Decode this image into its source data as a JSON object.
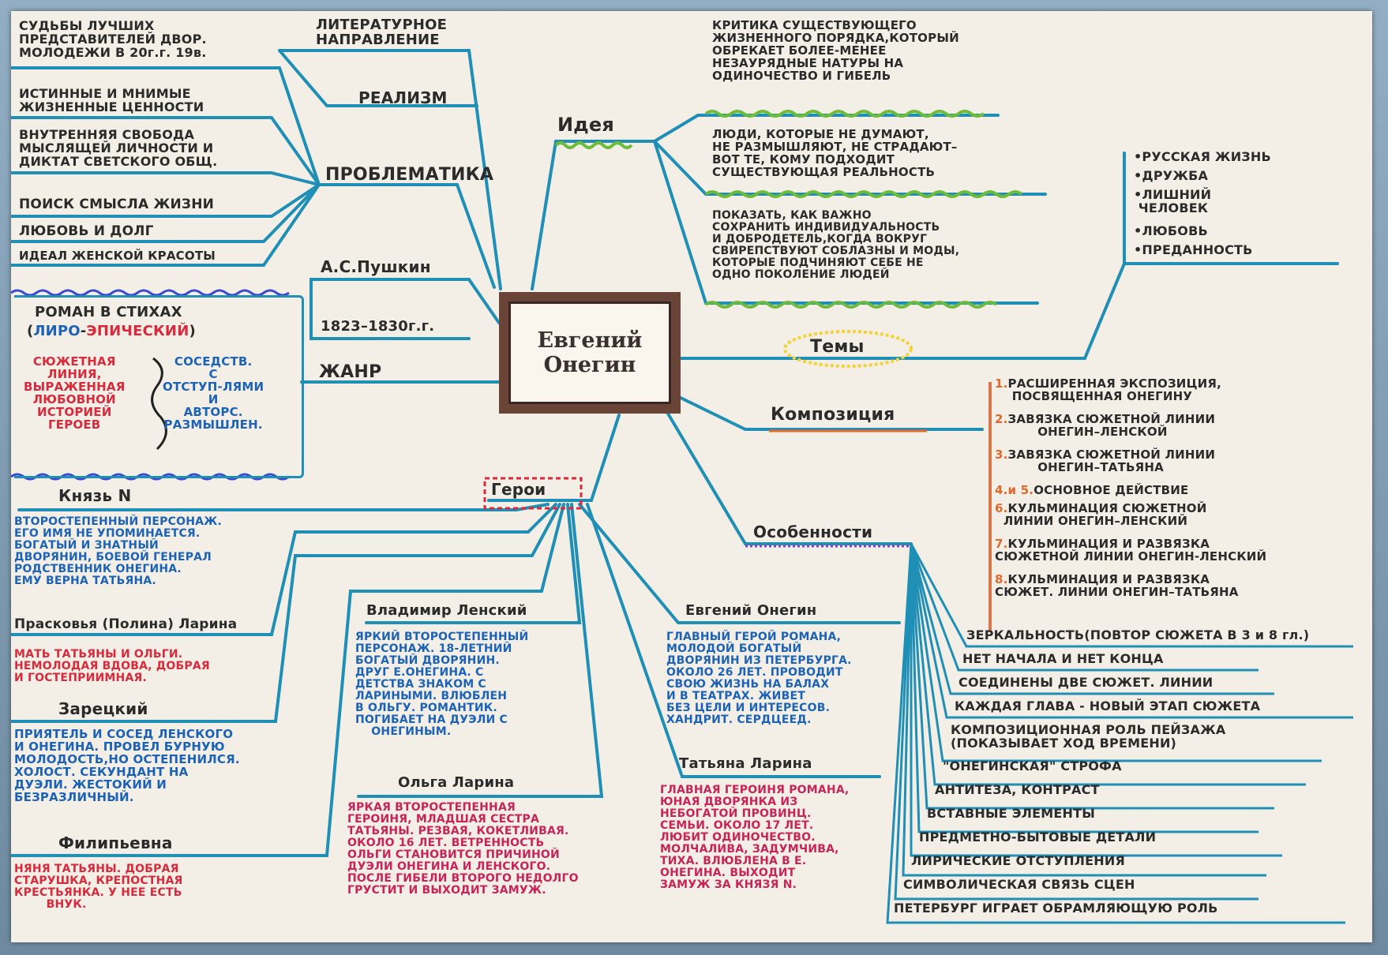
{
  "title": "Евгений\nОнегин",
  "colors": {
    "line": "#1f8fb5",
    "ink": "#2b2b2b",
    "blue": "#1c63b7",
    "red": "#d92a3c",
    "pink": "#c8245a",
    "orange": "#e2692d",
    "frame": "#6b4438"
  },
  "branches": {
    "literary_direction": {
      "label": "ЛИТЕРАТУРНОЕ\nНАПРАВЛЕНИЕ",
      "value": "РЕАЛИЗМ"
    },
    "problems": {
      "label": "ПРОБЛЕМАТИКА",
      "items": [
        "СУДЬБЫ ЛУЧШИХ\nПРЕДСТАВИТЕЛЕЙ ДВОР.\nМОЛОДЕЖИ В 20г.г. 19в.",
        "ИСТИННЫЕ И МНИМЫЕ\nЖИЗНЕННЫЕ ЦЕННОСТИ",
        "ВНУТРЕННЯЯ СВОБОДА\nМЫСЛЯЩЕЙ ЛИЧНОСТИ И\nДИКТАТ СВЕТСКОГО ОБЩ.",
        "ПОИСК СМЫСЛА ЖИЗНИ",
        "ЛЮБОВЬ И ДОЛГ",
        "ИДЕАЛ ЖЕНСКОЙ КРАСОТЫ"
      ]
    },
    "author": {
      "name": "А.С.Пушкин",
      "years": "1823–1830г.г."
    },
    "genre": {
      "label": "ЖАНР",
      "title": "РОМАН В СТИХАХ",
      "subtitle_open": "(",
      "subtitle_lyro": "ЛИРО",
      "subtitle_dash": "-",
      "subtitle_epic": "ЭПИЧЕСКИЙ",
      "subtitle_close": ")",
      "left": "СЮЖЕТНАЯ\nЛИНИЯ,\nВЫРАЖЕННАЯ\nЛЮБОВНОЙ\nИСТОРИЕЙ\nГЕРОЕВ",
      "right": "СОСЕДСТВ.\nС\nОТСТУП-ЛЯМИ\nИ\nАВТОРС.\nРАЗМЫШЛЕН."
    },
    "idea": {
      "label": "Идея",
      "items": [
        "КРИТИКА СУЩЕСТВУЮЩЕГО\nЖИЗНЕННОГО ПОРЯДКА,КОТОРЫЙ\nОБРЕКАЕТ БОЛЕЕ-МЕНЕЕ\nНЕЗАУРЯДНЫЕ НАТУРЫ НА\nОДИНОЧЕСТВО И ГИБЕЛЬ",
        "ЛЮДИ, КОТОРЫЕ НЕ ДУМАЮТ,\nНЕ РАЗМЫШЛЯЮТ, НЕ СТРАДАЮТ–\nВОТ ТЕ, КОМУ ПОДХОДИТ\nСУЩЕСТВУЮЩАЯ РЕАЛЬНОСТЬ",
        "ПОКАЗАТЬ, КАК ВАЖНО\nСОХРАНИТЬ ИНДИВИДУАЛЬНОСТЬ\nИ ДОБРОДЕТЕЛЬ,КОГДА ВОКРУГ\nСВИРЕПСТВУЮТ СОБЛАЗНЫ И МОДЫ,\nКОТОРЫЕ ПОДЧИНЯЮТ СЕБЕ НЕ\nОДНО ПОКОЛЕНИЕ ЛЮДЕЙ"
      ]
    },
    "themes": {
      "label": "Темы",
      "items": [
        "•РУССКАЯ ЖИЗНЬ",
        "•ДРУЖБА",
        "•ЛИШНИЙ\n ЧЕЛОВЕК",
        "•ЛЮБОВЬ",
        "•ПРЕДАННОСТЬ"
      ]
    },
    "composition": {
      "label": "Композиция",
      "items": [
        {
          "num": "1.",
          "text": "РАСШИРЕННАЯ ЭКСПОЗИЦИЯ,\n    ПОСВЯЩЕННАЯ ОНЕГИНУ"
        },
        {
          "num": "2.",
          "text": "ЗАВЯЗКА СЮЖЕТНОЙ ЛИНИИ\n          ОНЕГИН–ЛЕНСКОЙ"
        },
        {
          "num": "3.",
          "text": "ЗАВЯЗКА СЮЖЕТНОЙ ЛИНИИ\n          ОНЕГИН–ТАТЬЯНА"
        },
        {
          "num": "4.и 5.",
          "text": "ОСНОВНОЕ ДЕЙСТВИЕ"
        },
        {
          "num": "6.",
          "text": "КУЛЬМИНАЦИЯ СЮЖЕТНОЙ\n  ЛИНИИ ОНЕГИН–ЛЕНСКИЙ"
        },
        {
          "num": "7.",
          "text": "КУЛЬМИНАЦИЯ И РАЗВЯЗКА\nСЮЖЕТНОЙ ЛИНИИ ОНЕГИН-ЛЕНСКИЙ"
        },
        {
          "num": "8.",
          "text": "КУЛЬМИНАЦИЯ И РАЗВЯЗКА\nСЮЖЕТ. ЛИНИИ ОНЕГИН–ТАТЬЯНА"
        }
      ]
    },
    "features": {
      "label": "Особенности",
      "items": [
        "ЗЕРКАЛЬНОСТЬ(ПОВТОР СЮЖЕТА В 3 и 8 гл.)",
        "НЕТ НАЧАЛА И НЕТ КОНЦА",
        "СОЕДИНЕНЫ ДВЕ СЮЖЕТ. ЛИНИИ",
        "КАЖДАЯ ГЛАВА - НОВЫЙ ЭТАП СЮЖЕТА",
        "КОМПОЗИЦИОННАЯ РОЛЬ ПЕЙЗАЖА\n(ПОКАЗЫВАЕТ ХОД ВРЕМЕНИ)",
        "\"ОНЕГИНСКАЯ\" СТРОФА",
        "АНТИТЕЗА, КОНТРАСТ",
        "ВСТАВНЫЕ ЭЛЕМЕНТЫ",
        "ПРЕДМЕТНО-БЫТОВЫЕ ДЕТАЛИ",
        "ЛИРИЧЕСКИЕ ОТСТУПЛЕНИЯ",
        "СИМВОЛИЧЕСКАЯ СВЯЗЬ СЦЕН",
        "ПЕТЕРБУРГ ИГРАЕТ ОБРАМЛЯЮЩУЮ РОЛЬ"
      ]
    },
    "heroes": {
      "label": "Герои",
      "characters": [
        {
          "name": "Князь N",
          "desc": "ВТОРОСТЕПЕННЫЙ ПЕРСОНАЖ.\nЕГО ИМЯ НЕ УПОМИНАЕТСЯ.\nБОГАТЫЙ И ЗНАТНЫЙ\nДВОРЯНИН, БОЕВОЙ ГЕНЕРАЛ\nРОДСТВЕННИК ОНЕГИНА.\nЕМУ ВЕРНА ТАТЬЯНА."
        },
        {
          "name": "Прасковья (Полина) Ларина",
          "desc": "МАТЬ ТАТЬЯНЫ И ОЛЬГИ.\nНЕМОЛОДАЯ ВДОВА, ДОБРАЯ\nИ ГОСТЕПРИИМНАЯ."
        },
        {
          "name": "Зарецкий",
          "desc": "ПРИЯТЕЛЬ И СОСЕД ЛЕНСКОГО\nИ ОНЕГИНА. ПРОВЕЛ БУРНУЮ\nМОЛОДОСТЬ,НО ОСТЕПЕНИЛСЯ.\nХОЛОСТ. СЕКУНДАНТ НА\nДУЭЛИ. ЖЕСТОКИЙ И\nБЕЗРАЗЛИЧНЫЙ."
        },
        {
          "name": "Филипьевна",
          "desc": "НЯНЯ ТАТЬЯНЫ. ДОБРАЯ\nСТАРУШКА, КРЕПОСТНАЯ\nКРЕСТЬЯНКА. У НЕЕ ЕСТЬ\n        ВНУК."
        },
        {
          "name": "Владимир Ленский",
          "desc": "ЯРКИЙ ВТОРОСТЕПЕННЫЙ\nПЕРСОНАЖ. 18-ЛЕТНИЙ\nБОГАТЫЙ ДВОРЯНИН.\nДРУГ Е.ОНЕГИНА. С\nДЕТСТВА ЗНАКОМ С\nЛАРИНЫМИ. ВЛЮБЛЕН\nВ ОЛЬГУ. РОМАНТИК.\nПОГИБАЕТ НА ДУЭЛИ С\n    ОНЕГИНЫМ."
        },
        {
          "name": "Ольга Ларина",
          "desc": "ЯРКАЯ ВТОРОСТЕПЕННАЯ\nГЕРОИНЯ, МЛАДШАЯ СЕСТРА\nТАТЬЯНЫ. РЕЗВАЯ, КОКЕТЛИВАЯ.\nОКОЛО 16 ЛЕТ. ВЕТРЕННОСТЬ\nОЛЬГИ СТАНОВИТСЯ ПРИЧИНОЙ\nДУЭЛИ ОНЕГИНА И ЛЕНСКОГО.\nПОСЛЕ ГИБЕЛИ ВТОРОГО НЕДОЛГО\nГРУСТИТ И ВЫХОДИТ ЗАМУЖ."
        },
        {
          "name": "Евгений Онегин",
          "desc": "ГЛАВНЫЙ ГЕРОЙ РОМАНА,\nМОЛОДОЙ БОГАТЫЙ\nДВОРЯНИН ИЗ ПЕТЕРБУРГА.\nОКОЛО 26 ЛЕТ. ПРОВОДИТ\nСВОЮ ЖИЗНЬ НА БАЛАХ\nИ В ТЕАТРАХ. ЖИВЕТ\nБЕЗ ЦЕЛИ И ИНТЕРЕСОВ.\nХАНДРИТ. СЕРДЦЕЕД."
        },
        {
          "name": "Татьяна Ларина",
          "desc": "ГЛАВНАЯ ГЕРОИНЯ РОМАНА,\nЮНАЯ ДВОРЯНКА ИЗ\nНЕБОГАТОЙ ПРОВИНЦ.\nСЕМЬИ. ОКОЛО 17 ЛЕТ.\nЛЮБИТ ОДИНОЧЕСТВО.\nМОЛЧАЛИВА, ЗАДУМЧИВА,\nТИХА. ВЛЮБЛЕНА В Е.\nОНЕГИНА. ВЫХОДИТ\nЗАМУЖ ЗА КНЯЗЯ N."
        }
      ]
    }
  }
}
